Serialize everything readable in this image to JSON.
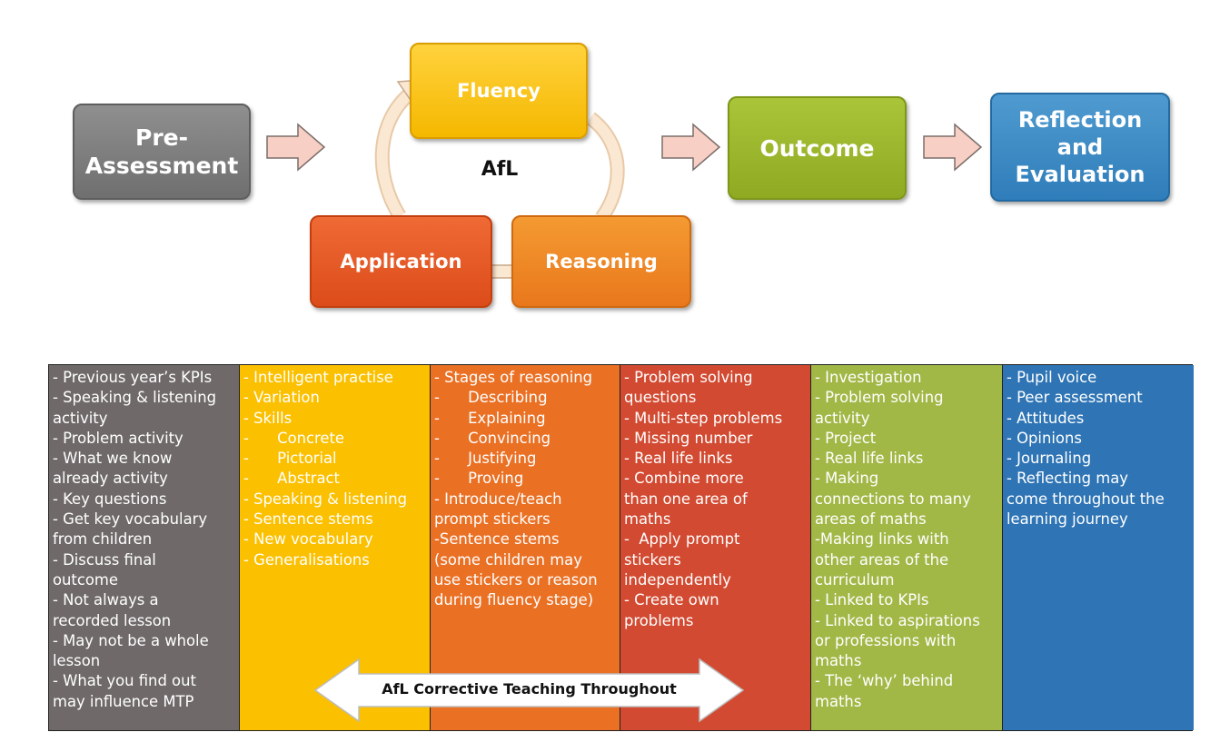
{
  "flow": {
    "pre_assessment": [
      "Pre-",
      "Assessment"
    ],
    "fluency": "Fluency",
    "afl": "AfL",
    "application": "Application",
    "reasoning": "Reasoning",
    "outcome": "Outcome",
    "reflection": [
      "Reflection",
      "and",
      "Evaluation"
    ]
  },
  "colors": {
    "pre_assessment": "#777777",
    "fluency": "#f9c000",
    "application": "#e0521f",
    "reasoning": "#ec8322",
    "outcome": "#98b22c",
    "reflection": "#3a86c3",
    "arrow_fill": "#f8cfc4",
    "cycle_arrow_fill": "#f8e6cf"
  },
  "columns": {
    "pre_assessment": [
      "- Previous year’s KPIs",
      "- Speaking & listening",
      "activity",
      "- Problem activity",
      "- What we know",
      "already activity",
      "- Key questions",
      "- Get key vocabulary",
      "from children",
      "- Discuss final",
      "outcome",
      "- Not always a",
      "recorded lesson",
      "- May not be a whole",
      "lesson",
      "- What you find out",
      "may influence MTP"
    ],
    "fluency": [
      "- Intelligent practise",
      "- Variation",
      "- Skills",
      "-      Concrete",
      "-      Pictorial",
      "-      Abstract",
      "- Speaking & listening",
      "- Sentence stems",
      "- New vocabulary",
      "- Generalisations"
    ],
    "reasoning": [
      "- Stages of reasoning",
      "-      Describing",
      "-      Explaining",
      "-      Convincing",
      "-      Justifying",
      "-      Proving",
      "- Introduce/teach",
      "prompt stickers",
      "-Sentence stems",
      "(some children may",
      "use stickers or reason",
      "during fluency stage)"
    ],
    "application": [
      "- Problem solving",
      "questions",
      "- Multi-step problems",
      "- Missing number",
      "- Real life links",
      "- Combine more",
      "than one area of",
      "maths",
      "-  Apply prompt",
      "stickers",
      "independently",
      "- Create own",
      "problems"
    ],
    "outcome": [
      "- Investigation",
      "- Problem solving",
      "activity",
      "- Project",
      "- Real life links",
      "- Making",
      "connections to many",
      "areas of maths",
      "-Making links with",
      "other areas of the",
      "curriculum",
      "- Linked to KPIs",
      "- Linked to aspirations",
      "or professions with",
      "maths",
      "- The ‘why’ behind",
      "maths"
    ],
    "reflection": [
      "- Pupil voice",
      "- Peer assessment",
      "- Attitudes",
      "- Opinions",
      "- Journaling",
      "- Reflecting may",
      "come throughout the",
      "learning journey"
    ]
  },
  "corrective_arrow": "AfL Corrective Teaching Throughout"
}
